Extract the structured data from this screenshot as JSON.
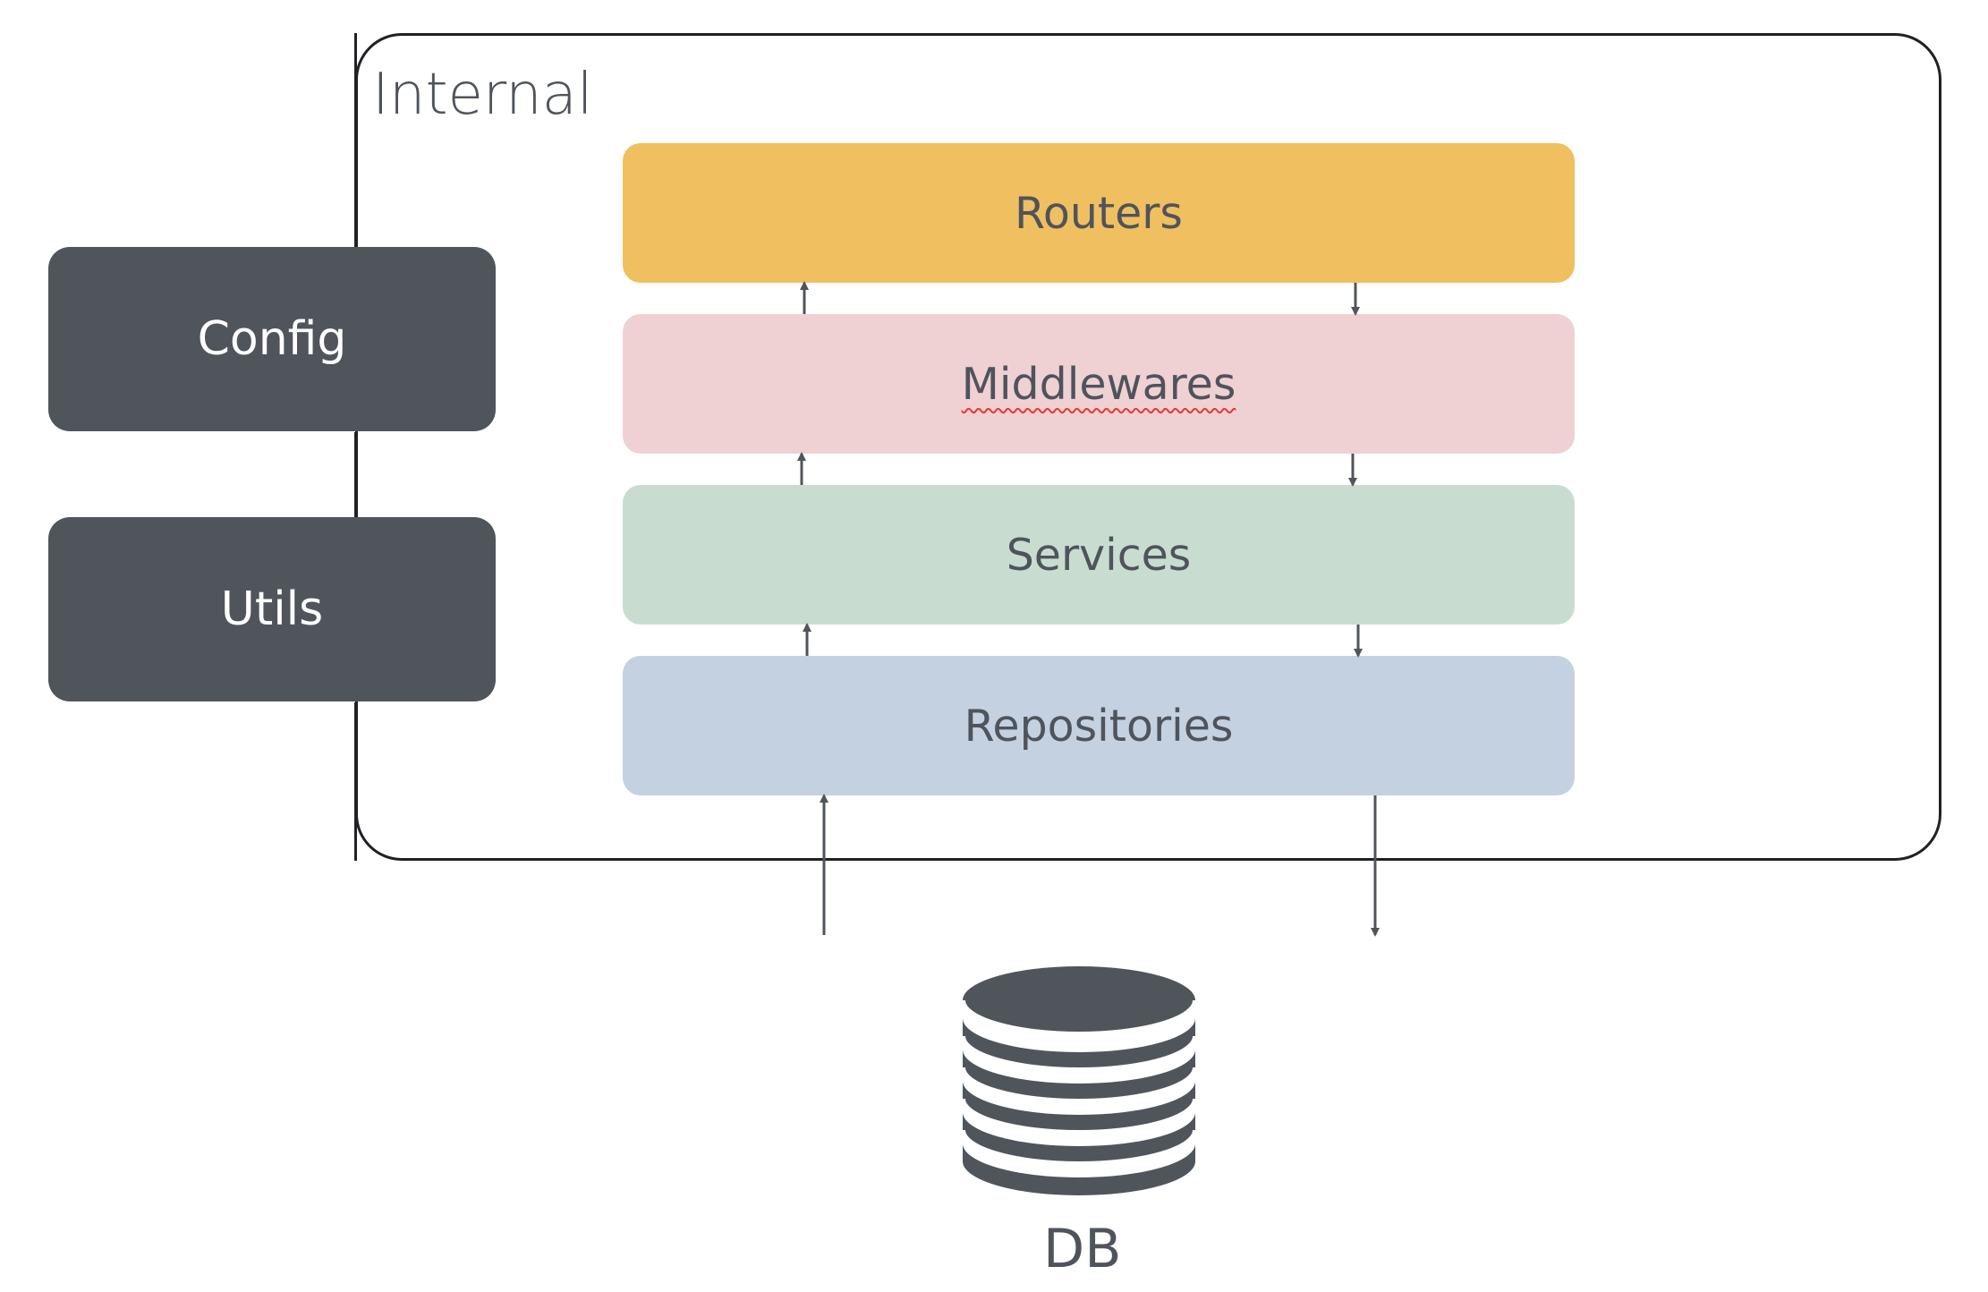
{
  "container": {
    "title": "Internal"
  },
  "layers": [
    {
      "label": "Routers",
      "color": "#f0bf5f"
    },
    {
      "label": "Middlewares",
      "color": "#efd1d3"
    },
    {
      "label": "Services",
      "color": "#c8ddd0"
    },
    {
      "label": "Repositories",
      "color": "#c4d1e1"
    }
  ],
  "side_modules": [
    {
      "label": "Config",
      "color": "#50555b"
    },
    {
      "label": "Utils",
      "color": "#50555b"
    }
  ],
  "database": {
    "label": "DB",
    "icon": "database-icon",
    "color": "#50555b"
  },
  "colors": {
    "frame": "#202124",
    "text": "#4f545c",
    "arrow": "#50555b"
  }
}
